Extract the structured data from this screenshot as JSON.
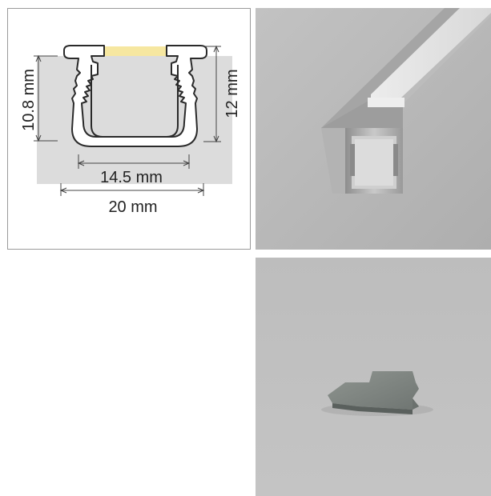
{
  "drawing": {
    "dimensions": {
      "inner_height": "10.8 mm",
      "outer_height": "12 mm",
      "inner_width": "14.5 mm",
      "outer_width": "20 mm"
    },
    "colors": {
      "recess": "#dcdcdc",
      "profile_outline": "#2a2a2a",
      "led_strip": "#f6e7a0",
      "dimension_line": "#444444"
    }
  },
  "photos": {
    "profile": {
      "subject": "aluminium-channel-with-diffuser"
    },
    "endcap": {
      "subject": "end-cap"
    }
  }
}
